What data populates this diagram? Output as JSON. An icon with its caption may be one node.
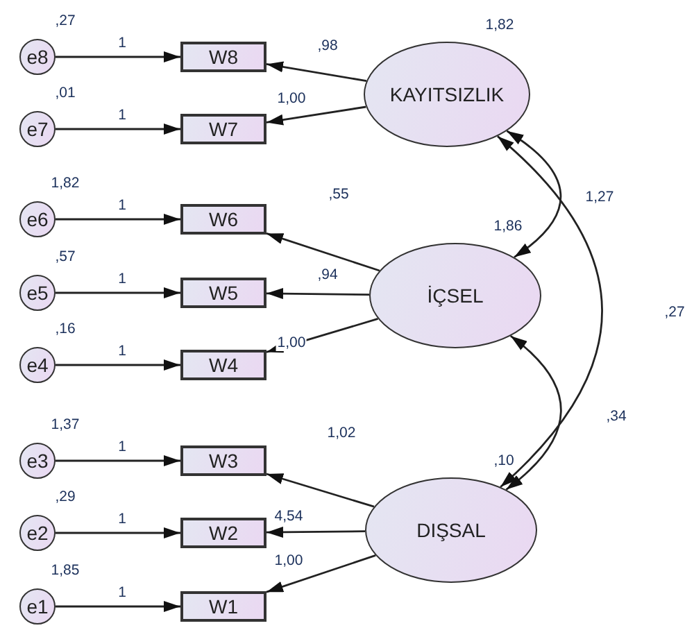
{
  "diagram": {
    "nodes": [
      {
        "text": [
          "e8"
        ],
        "beside": [
          ",27"
        ]
      },
      {
        "text": [
          "W8"
        ]
      },
      {
        "text": [
          "KAYITSIZLIK"
        ],
        "beside": [
          "1,82"
        ]
      },
      {
        "text": [
          "e7"
        ],
        "beside": [
          ",01"
        ]
      },
      {
        "text": [
          "W7"
        ]
      },
      {
        "text": [
          "e6"
        ],
        "beside": [
          "1,82"
        ]
      },
      {
        "text": [
          "W6"
        ]
      },
      {
        "text": [
          "İÇSEL"
        ],
        "beside": [
          "1,86"
        ]
      },
      {
        "text": [
          "e5"
        ],
        "beside": [
          ",57"
        ]
      },
      {
        "text": [
          "W5"
        ]
      },
      {
        "text": [
          "e4"
        ],
        "beside": [
          ",16"
        ]
      },
      {
        "text": [
          "W4"
        ]
      },
      {
        "text": [
          "e3"
        ],
        "beside": [
          "1,37"
        ]
      },
      {
        "text": [
          "W3"
        ]
      },
      {
        "text": [
          "DIŞSAL"
        ],
        "beside": [
          ",10"
        ]
      },
      {
        "text": [
          "e2"
        ],
        "beside": [
          ",29"
        ]
      },
      {
        "text": [
          "W2"
        ]
      },
      {
        "text": [
          "e1"
        ],
        "beside": [
          "1,85"
        ]
      },
      {
        "text": [
          "W1"
        ]
      }
    ],
    "edges": [
      {
        "from": 0,
        "to": 1,
        "arrow": "to",
        "label": "1"
      },
      {
        "from": 2,
        "to": 1,
        "arrow": "to",
        "label": ",98"
      },
      {
        "from": 3,
        "to": 4,
        "arrow": "to",
        "label": "1"
      },
      {
        "from": 2,
        "to": 4,
        "arrow": "to",
        "label": "1,00"
      },
      {
        "from": 5,
        "to": 6,
        "arrow": "to",
        "label": "1"
      },
      {
        "from": 7,
        "to": 6,
        "arrow": "to",
        "label": ",55"
      },
      {
        "from": 8,
        "to": 9,
        "arrow": "to",
        "label": "1"
      },
      {
        "from": 7,
        "to": 9,
        "arrow": "to",
        "label": ",94"
      },
      {
        "from": 10,
        "to": 11,
        "arrow": "to",
        "label": "1"
      },
      {
        "from": 7,
        "to": 11,
        "arrow": "to",
        "label": "1,00"
      },
      {
        "from": 12,
        "to": 13,
        "arrow": "to",
        "label": "1"
      },
      {
        "from": 14,
        "to": 13,
        "arrow": "to",
        "label": "1,02"
      },
      {
        "from": 15,
        "to": 16,
        "arrow": "to",
        "label": "1"
      },
      {
        "from": 14,
        "to": 16,
        "arrow": "to",
        "label": "4,54"
      },
      {
        "from": 17,
        "to": 18,
        "arrow": "to",
        "label": "1"
      },
      {
        "from": 14,
        "to": 18,
        "arrow": "to",
        "label": "1,00"
      },
      {
        "from": 2,
        "to": 7,
        "arrow": "both",
        "label": "1,27"
      },
      {
        "from": 7,
        "to": 14,
        "arrow": "both",
        "label": ",34"
      },
      {
        "from": 2,
        "to": 14,
        "arrow": "both",
        "label": ",27"
      }
    ]
  }
}
